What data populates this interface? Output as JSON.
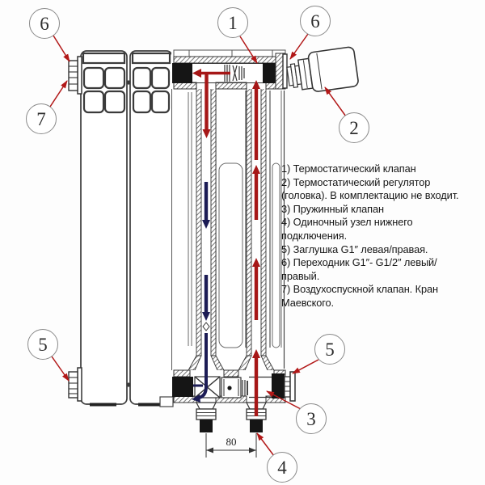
{
  "diagram": {
    "title": "bimetallic-radiator-section-diagram",
    "dimension": {
      "label": "80"
    },
    "callouts": [
      {
        "id": "callout-6-top-left",
        "label": "6"
      },
      {
        "id": "callout-7",
        "label": "7"
      },
      {
        "id": "callout-1",
        "label": "1"
      },
      {
        "id": "callout-6-top-right",
        "label": "6"
      },
      {
        "id": "callout-2",
        "label": "2"
      },
      {
        "id": "callout-5-bottom-left",
        "label": "5"
      },
      {
        "id": "callout-5-bottom-right",
        "label": "5"
      },
      {
        "id": "callout-3",
        "label": "3"
      },
      {
        "id": "callout-4",
        "label": "4"
      }
    ],
    "legend": {
      "lines": [
        "1) Термостатический клапан",
        "2) Термостатический регулятор",
        "(головка). В комплектацию не входит.",
        "3) Пружинный клапан",
        "4) Одиночный узел нижнего",
        "подключения.",
        "5) Заглушка G1″ левая/правая.",
        "6) Переходник G1″- G1/2″ левый/",
        "правый.",
        "7) Воздухоспускной клапан. Кран",
        "Маевского."
      ]
    },
    "colors": {
      "flow_hot": "#a61717",
      "flow_cool": "#1c1c55",
      "leader_arrow": "#b21818",
      "line": "#333333"
    }
  }
}
